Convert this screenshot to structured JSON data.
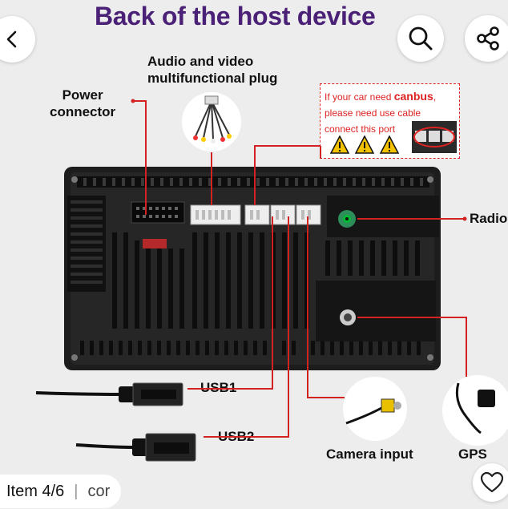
{
  "header": {
    "title": "Back of the host device",
    "back_icon": "chevron-left-icon",
    "search_icon": "search-icon",
    "share_icon": "share-icon"
  },
  "labels": {
    "power_connector_line1": "Power",
    "power_connector_line2": "connector",
    "av_plug_line1": "Audio and video",
    "av_plug_line2": "multifunctional plug",
    "radio": "Radio",
    "usb1": "USB1",
    "usb2": "USB2",
    "camera_input": "Camera input",
    "gps": "GPS"
  },
  "canbus_note": {
    "line1_prefix": "If your car need ",
    "line1_emphasis": "canbus",
    "line1_suffix": ",",
    "line2": "please need use cable",
    "line3": "connect this port"
  },
  "footer": {
    "item_label": "Item 4/6",
    "separator": "|",
    "secondary_text": "cor",
    "favorite_icon": "heart-icon"
  },
  "colors": {
    "title": "#4a2176",
    "callout_line": "#d22222",
    "canbus_text": "#d22222",
    "device_body": "#1c1c1c",
    "background": "#ededed"
  }
}
